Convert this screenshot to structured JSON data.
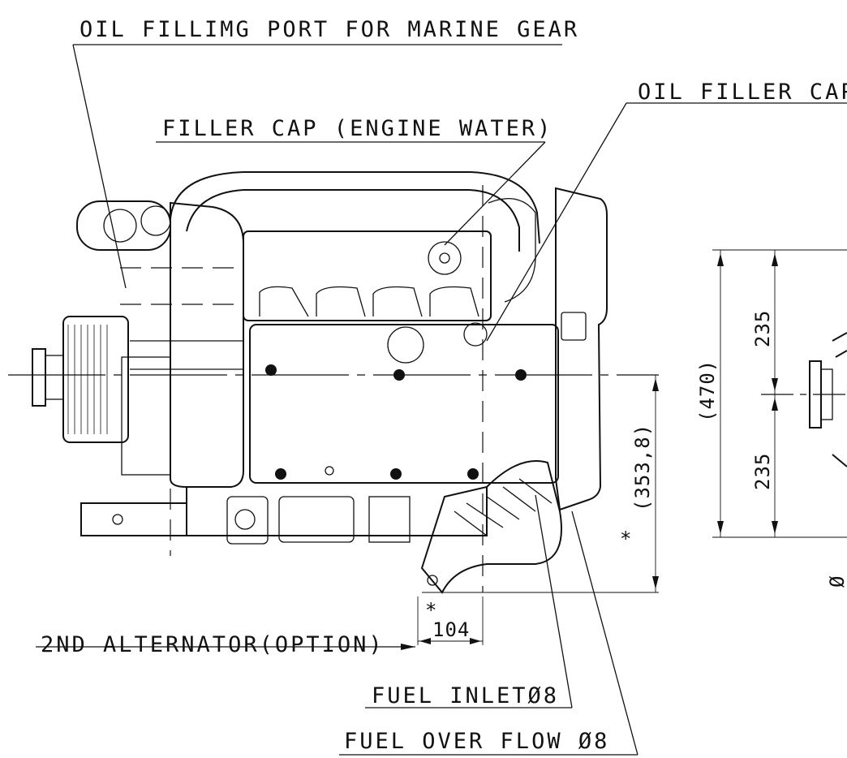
{
  "callouts": {
    "oil_filling_port": "OIL FILLIMG PORT FOR MARINE GEAR",
    "oil_filler_cap": "OIL FILLER CAP",
    "filler_cap_engine_water": "FILLER CAP (ENGINE WATER)",
    "second_alternator": "2ND ALTERNATOR(OPTION)",
    "fuel_inlet": "FUEL INLETØ8",
    "fuel_overflow": "FUEL OVER FLOW Ø8"
  },
  "dimensions": {
    "height_offset": "(353,8)",
    "alternator_width": "104",
    "star_marker_right": "*",
    "star_marker_left": "*",
    "total_width": "(470)",
    "upper_half": "235",
    "lower_half": "235",
    "diameter_partial": "Ø"
  }
}
